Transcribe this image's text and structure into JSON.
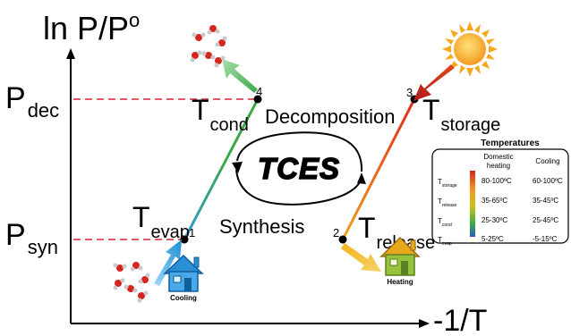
{
  "axes": {
    "y_label": "ln P/P",
    "y_label_sup": "o",
    "x_label": "-1/T"
  },
  "pressures": {
    "p_dec": {
      "main": "P",
      "sub": "dec"
    },
    "p_syn": {
      "main": "P",
      "sub": "syn"
    }
  },
  "temperatures": {
    "t_cond": {
      "main": "T",
      "sub": "cond"
    },
    "t_storage": {
      "main": "T",
      "sub": "storage"
    },
    "t_evap": {
      "main": "T",
      "sub": "evap"
    },
    "t_release": {
      "main": "T",
      "sub": "release"
    }
  },
  "processes": {
    "decomposition": "Decomposition",
    "synthesis": "Synthesis"
  },
  "cycle_label": "TCES",
  "points": {
    "p1": "1",
    "p2": "2",
    "p3": "3",
    "p4": "4"
  },
  "houses": {
    "cooling": "Cooling",
    "heating": "Heating"
  },
  "legend": {
    "title": "Temperatures",
    "col_domestic": [
      "Domestic",
      "heating"
    ],
    "col_cooling": "Cooling",
    "rows": [
      {
        "t": "T",
        "sub": "storage",
        "domestic": "80-100ºC",
        "cooling": "60-100ºC"
      },
      {
        "t": "T",
        "sub": "release",
        "domestic": "35-65ºC",
        "cooling": "35-45ºC"
      },
      {
        "t": "T",
        "sub": "cond",
        "domestic": "25-30ºC",
        "cooling": "25-45ºC"
      },
      {
        "t": "T",
        "sub": "evap",
        "domestic": "5-25ºC",
        "cooling": "-5-15ºC"
      }
    ]
  },
  "colors": {
    "hot": "#d62a1f",
    "warm": "#f39a1e",
    "mild": "#c8c21a",
    "green": "#3aa84a",
    "cold": "#2e9ad8",
    "dashed": "#e05a6a",
    "sun": "#f7b21a"
  },
  "icons": {
    "sun": "sun-icon",
    "molecules": "water-molecule-icon",
    "house_cooling": "house-icon",
    "house_heating": "house-icon"
  }
}
